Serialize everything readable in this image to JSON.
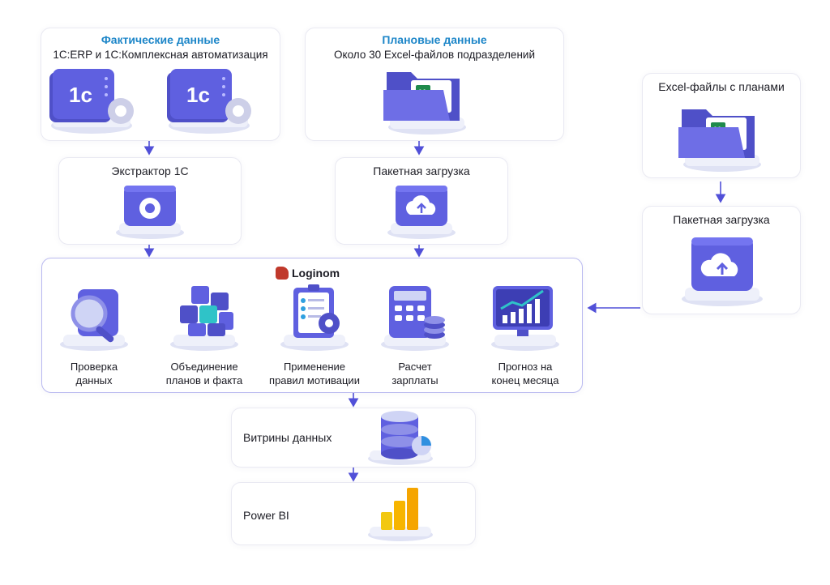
{
  "actual": {
    "title": "Фактические данные",
    "subtitle": "1С:ERP и 1С:Комплексная автоматизация"
  },
  "planned": {
    "title": "Плановые данные",
    "subtitle": "Около 30 Excel-файлов подразделений"
  },
  "extractor": {
    "title": "Экстрактор 1С"
  },
  "batch_mid": {
    "title": "Пакетная загрузка"
  },
  "excel_plans": {
    "title": "Excel-файлы с планами"
  },
  "batch_right": {
    "title": "Пакетная загрузка"
  },
  "loginom": {
    "brand": "Loginom",
    "steps": [
      {
        "label": "Проверка\nданных",
        "icon": "magnifier-icon"
      },
      {
        "label": "Объединение\nпланов и факта",
        "icon": "cubes-icon"
      },
      {
        "label": "Применение\nправил мотивации",
        "icon": "checklist-icon"
      },
      {
        "label": "Расчет\nзарплаты",
        "icon": "calculator-icon"
      },
      {
        "label": "Прогноз на\nконец месяца",
        "icon": "forecast-chart-icon"
      }
    ]
  },
  "marts": {
    "title": "Витрины данных"
  },
  "powerbi": {
    "title": "Power BI"
  },
  "colors": {
    "accent": "#5b5bd6",
    "arrow": "#5150d8",
    "dotted": "#2fc3c8",
    "title_blue": "#1d86c8"
  }
}
